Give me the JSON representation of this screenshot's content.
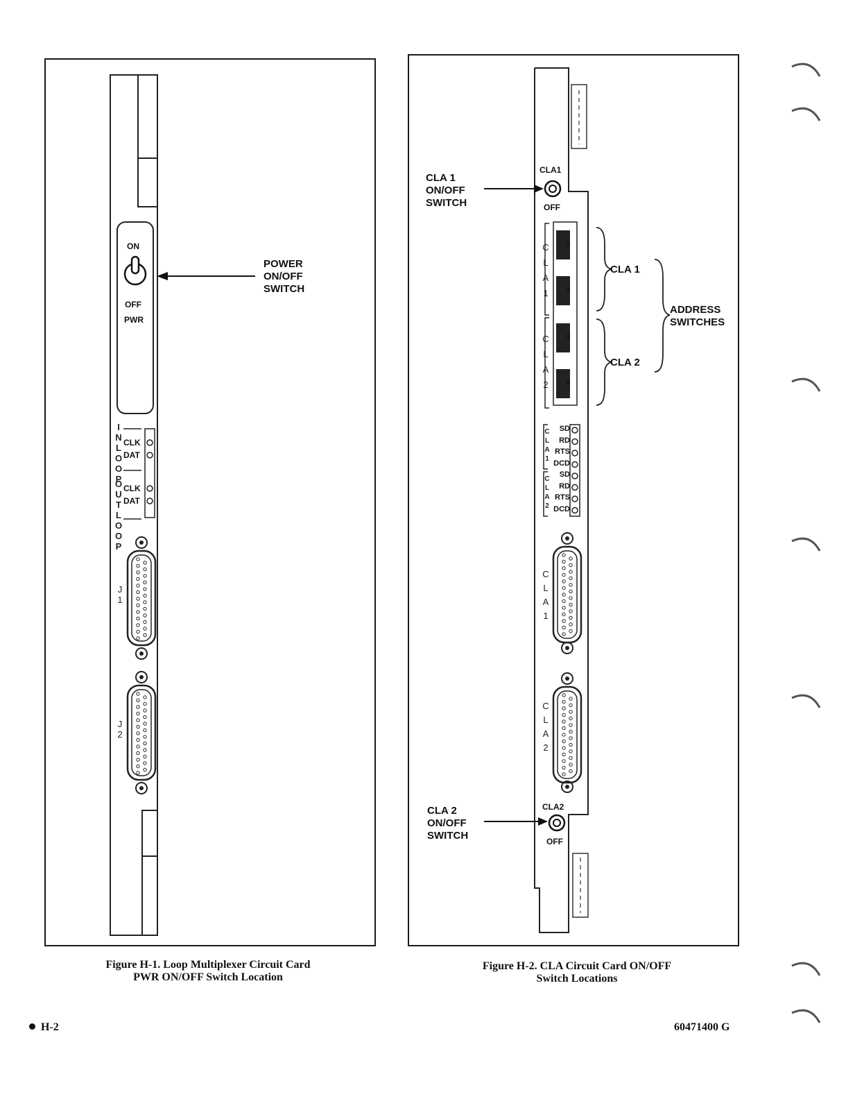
{
  "figure1": {
    "caption_line1": "Figure H-1.  Loop Multiplexer Circuit Card",
    "caption_line2": "PWR ON/OFF Switch Location",
    "switch_on": "ON",
    "switch_off": "OFF",
    "switch_pwr": "PWR",
    "callout_line1": "POWER",
    "callout_line2": "ON/OFF",
    "callout_line3": "SWITCH",
    "in_loop_letters": [
      "I",
      "N",
      "L",
      "O",
      "O",
      "P"
    ],
    "out_loop_letters": [
      "O",
      "U",
      "T",
      "L",
      "O",
      "O",
      "P"
    ],
    "led_clk": "CLK",
    "led_dat": "DAT",
    "connector1": [
      "J",
      "1"
    ],
    "connector2": [
      "J",
      "2"
    ]
  },
  "figure2": {
    "caption_line1": "Figure H-2.  CLA Circuit Card ON/OFF",
    "caption_line2": "Switch Locations",
    "cla1_switch_label": "CLA1",
    "cla1_switch_off": "OFF",
    "cla1_callout": [
      "CLA 1",
      "ON/OFF",
      "SWITCH"
    ],
    "cla2_switch_label": "CLA2",
    "cla2_switch_off": "OFF",
    "cla2_callout": [
      "CLA 2",
      "ON/OFF",
      "SWITCH"
    ],
    "group1_letters": [
      "C",
      "L",
      "A",
      "1"
    ],
    "group2_letters": [
      "C",
      "L",
      "A",
      "2"
    ],
    "dip_numbers": [
      "1",
      "2",
      "3",
      "4"
    ],
    "brace_cla1": "CLA  1",
    "brace_cla2": "CLA  2",
    "address_line1": "ADDRESS",
    "address_line2": "SWITCHES",
    "led_group1_letters": [
      "C",
      "L",
      "A",
      "1"
    ],
    "led_group2_letters": [
      "C",
      "L",
      "A",
      "2"
    ],
    "led_labels": [
      "SD",
      "RD",
      "RTS",
      "DCD",
      "SD",
      "RD",
      "RTS",
      "DCD"
    ],
    "connector1": [
      "C",
      "L",
      "A",
      "1"
    ],
    "connector2": [
      "C",
      "L",
      "A",
      "2"
    ]
  },
  "footer": {
    "page_number": "H-2",
    "doc_number": "60471400 G"
  }
}
